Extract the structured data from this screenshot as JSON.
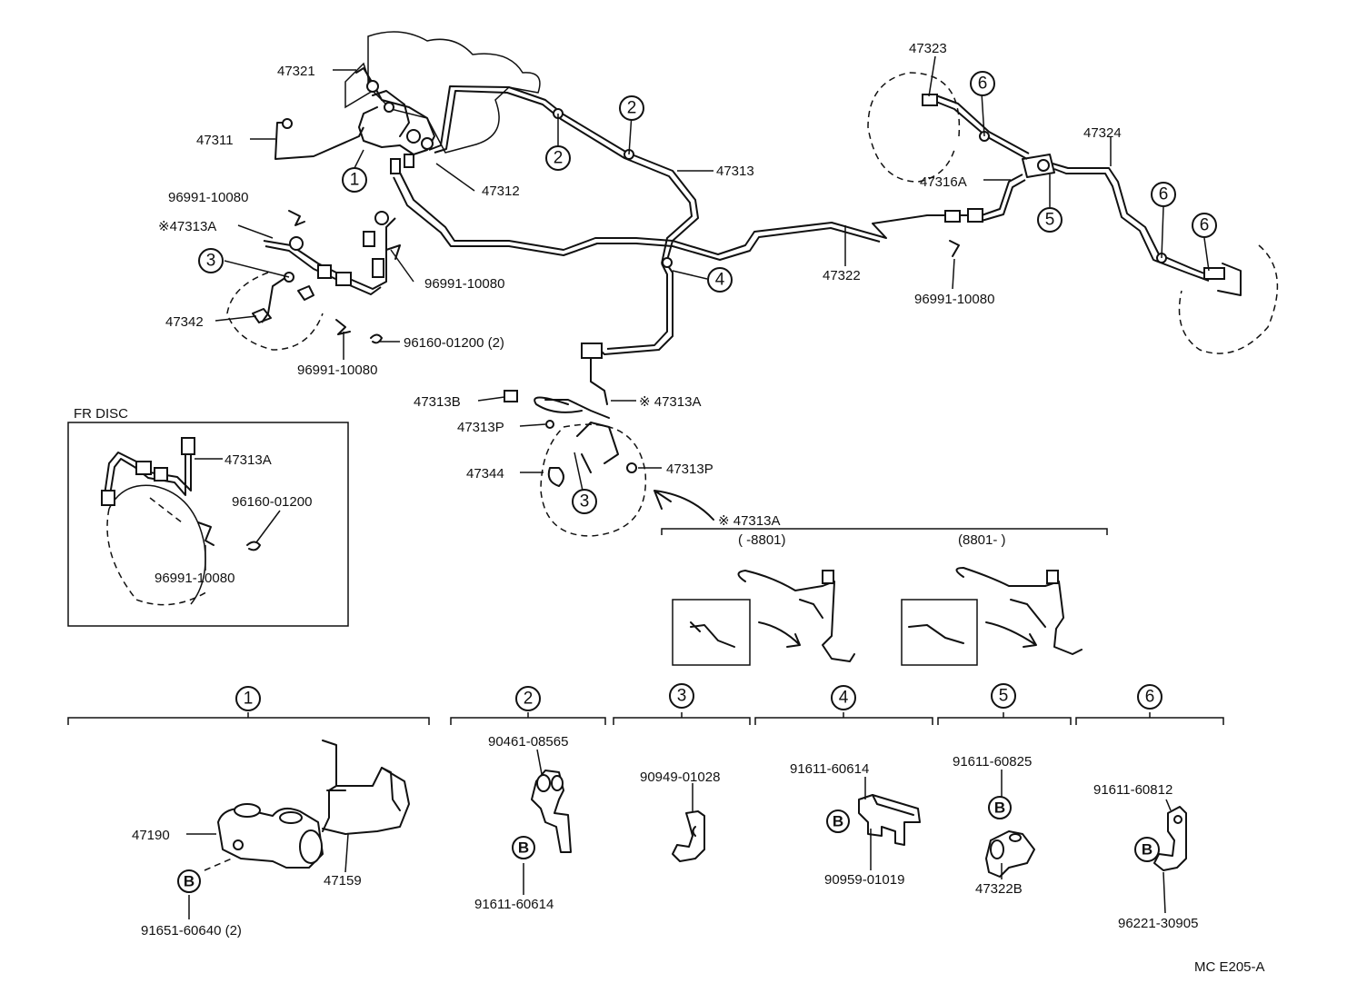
{
  "diagram": {
    "callouts": {
      "c1": "1",
      "c2": "2",
      "c3": "3",
      "c4": "4",
      "c5": "5",
      "c6": "6"
    },
    "bolt_marker": "B",
    "labels": {
      "p47321": "47321",
      "p47311": "47311",
      "p47312": "47312",
      "p47313": "47313",
      "p47313A_left": "※47313A",
      "p96991_a": "96991-10080",
      "p96991_b": "96991-10080",
      "p96991_c": "96991-10080",
      "p96991_d": "96991-10080",
      "p47342": "47342",
      "p96160": "96160-01200 (2)",
      "p47323": "47323",
      "p47324": "47324",
      "p47316A": "47316A",
      "p47322": "47322",
      "p47313B": "47313B",
      "p47313P_a": "47313P",
      "p47313P_b": "47313P",
      "p47344": "47344",
      "p47313A_rear": "※ 47313A",
      "p47313A_arrow": "※ 47313A",
      "range_a": "(     -8801)",
      "range_b": "(8801-       )",
      "p47190": "47190",
      "p47159": "47159",
      "p91651": "91651-60640 (2)",
      "p90461": "90461-08565",
      "p91611_60614_a": "91611-60614",
      "p90949": "90949-01028",
      "p91611_60614_b": "91611-60614",
      "p90959": "90959-01019",
      "p91611_60825": "91611-60825",
      "p47322B": "47322B",
      "p91611_60812": "91611-60812",
      "p96221": "96221-30905",
      "footer": "MC E205-A"
    },
    "inset": {
      "title": "FR DISC",
      "p47313A": "47313A",
      "p96160": "96160-01200",
      "p96991": "96991-10080"
    }
  }
}
